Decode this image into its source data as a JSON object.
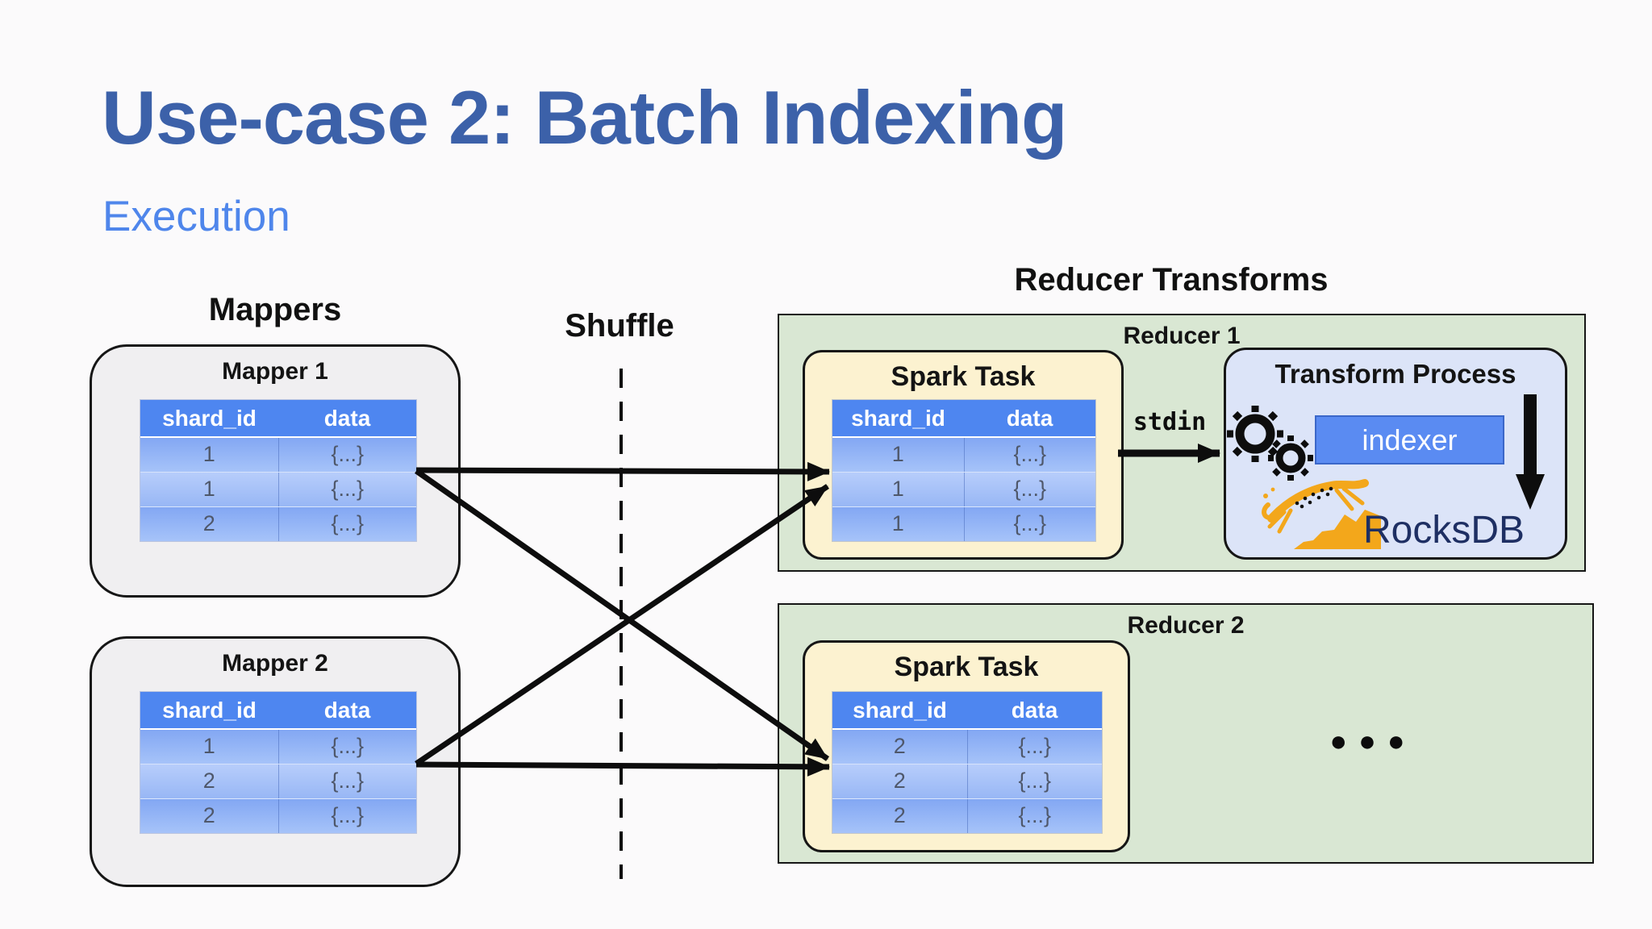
{
  "slide": {
    "title": "Use-case 2: Batch Indexing",
    "subtitle": "Execution"
  },
  "labels": {
    "mappers": "Mappers",
    "shuffle": "Shuffle",
    "reducer_transforms": "Reducer Transforms",
    "mapper1": "Mapper 1",
    "mapper2": "Mapper 2",
    "reducer1": "Reducer 1",
    "reducer2": "Reducer 2",
    "spark_task": "Spark Task",
    "transform_process": "Transform Process",
    "stdin": "stdin",
    "indexer": "indexer",
    "rocksdb": "RocksDB",
    "ellipsis": "●●●"
  },
  "table_headers": {
    "shard_id": "shard_id",
    "data": "data"
  },
  "tables": {
    "mapper1": {
      "rows": [
        {
          "shard": "1",
          "data": "{...}"
        },
        {
          "shard": "1",
          "data": "{...}"
        },
        {
          "shard": "2",
          "data": "{...}"
        }
      ]
    },
    "mapper2": {
      "rows": [
        {
          "shard": "1",
          "data": "{...}"
        },
        {
          "shard": "2",
          "data": "{...}"
        },
        {
          "shard": "2",
          "data": "{...}"
        }
      ]
    },
    "reducer1_spark": {
      "rows": [
        {
          "shard": "1",
          "data": "{...}"
        },
        {
          "shard": "1",
          "data": "{...}"
        },
        {
          "shard": "1",
          "data": "{...}"
        }
      ]
    },
    "reducer2_spark": {
      "rows": [
        {
          "shard": "2",
          "data": "{...}"
        },
        {
          "shard": "2",
          "data": "{...}"
        },
        {
          "shard": "2",
          "data": "{...}"
        }
      ]
    }
  },
  "colors": {
    "title_blue": "#3c61a9",
    "subtitle_blue": "#4f86eb",
    "table_header_blue": "#4e86f0",
    "row_blue_light": "#b7cdfb",
    "row_blue_dark": "#83a7f3",
    "mapper_gray": "#f0eff1",
    "reducer_green": "#d9e7d3",
    "spark_yellow": "#fcf2d0",
    "transform_lavender": "#dce4f8",
    "indexer_blue": "#5a8bf2",
    "rocksdb_navy": "#1e2f63",
    "cheetah_orange": "#f3a71b",
    "arrow_black": "#0d0d0d"
  }
}
